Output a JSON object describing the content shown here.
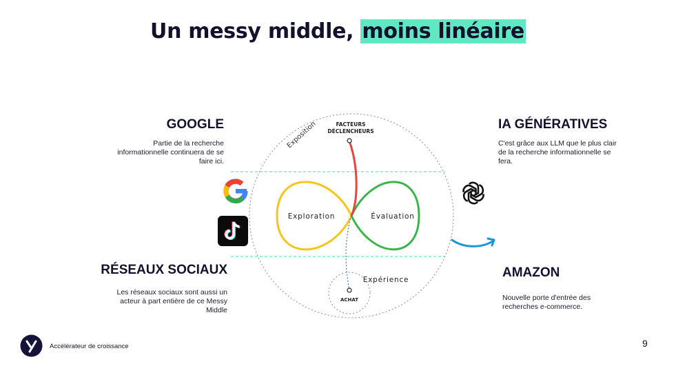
{
  "title": {
    "part1": "Un messy middle, ",
    "highlight": "moins linéaire"
  },
  "google": {
    "heading": "GOOGLE",
    "text1": "Partie de la recherche",
    "text2": "informationnelle continuera de se",
    "text3": "faire ici."
  },
  "social": {
    "heading": "RÉSEAUX SOCIAUX",
    "text1": "Les réseaux sociaux sont aussi un",
    "text2": "acteur à part entière de ce Messy",
    "text3": "Middle"
  },
  "ia": {
    "heading": "IA GÉNÉRATIVES",
    "text1": "C'est grâce aux LLM que le plus clair",
    "text2": "de la recherche informationnelle se",
    "text3": "fera."
  },
  "amazon": {
    "heading": "AMAZON",
    "text1": "Nouvelle porte d'entrée des",
    "text2": "recherches e-commerce."
  },
  "diagram": {
    "exposition": "Exposition",
    "triggers1": "FACTEURS",
    "triggers2": "DÉCLENCHEURS",
    "exploration": "Exploration",
    "evaluation": "Évaluation",
    "experience": "Expérience",
    "achat": "ACHAT"
  },
  "colors": {
    "accent": "#5fe8c1",
    "exploration": "#f5c518",
    "evaluation": "#3bb54a",
    "trigger": "#e0483b",
    "dashed": "#4a7fc4"
  },
  "icons": [
    "google-icon",
    "tiktok-icon",
    "openai-icon",
    "amazon-icon",
    "brand-logo-icon"
  ],
  "footer": {
    "text": "Accélérateur de croissance",
    "page": "9"
  }
}
